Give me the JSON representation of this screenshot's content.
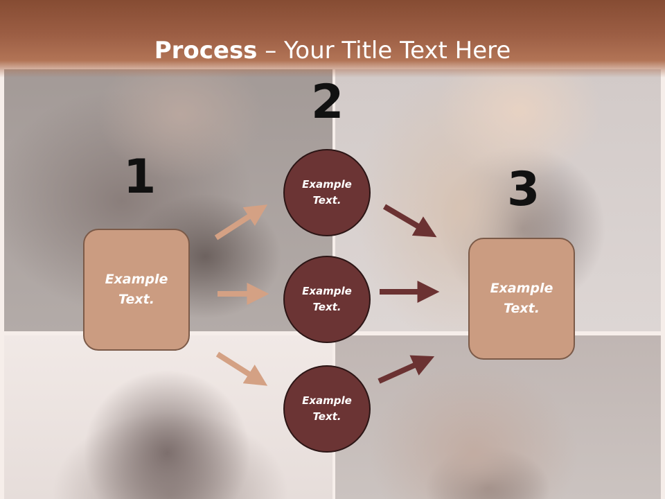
{
  "slide": {
    "title_bold": "Process",
    "title_rest": " – Your Title Text Here",
    "step_numbers": [
      "1",
      "2",
      "3"
    ],
    "left_box": {
      "text": "Example Text."
    },
    "circles": [
      {
        "text": "Example Text."
      },
      {
        "text": "Example Text."
      },
      {
        "text": "Example Text."
      }
    ],
    "right_box": {
      "text": "Example Text."
    }
  },
  "colors": {
    "title_bar": "#9c5e44",
    "box_fill": "#cb9c81",
    "circle_fill": "#6b3434",
    "arrow_light": "#d4a184",
    "arrow_dark": "#6b3232"
  }
}
